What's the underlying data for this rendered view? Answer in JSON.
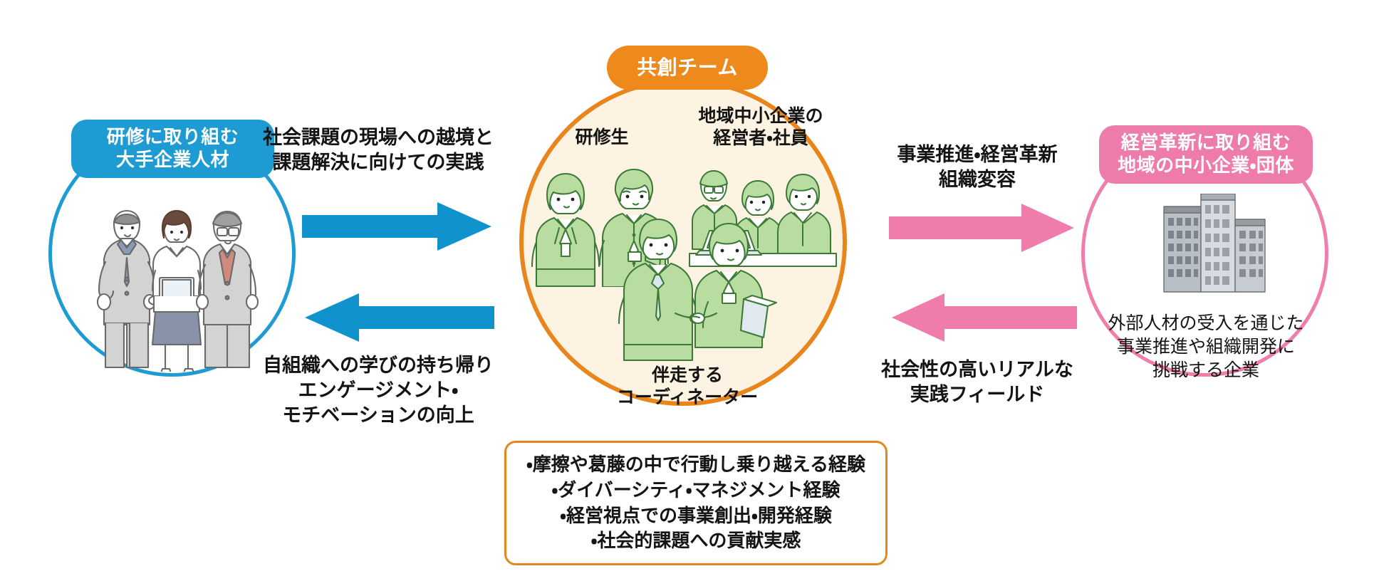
{
  "diagram": {
    "title_hidden": "",
    "colors": {
      "blue": "#1f9bd4",
      "pink": "#ee7cab",
      "orange": "#ee8a1c",
      "center_fill": "#fdf3e2",
      "text": "#141414"
    }
  },
  "left_node": {
    "badge": "研修に取り組む\n大手企業人材",
    "illustration": "three-business-people-illustration"
  },
  "center_node": {
    "badge": "共創チーム",
    "trainee_label": "研修生",
    "sme_label": "地域中小企業の\n経営者・社員",
    "coordinator_label": "伴走する\nコーディネーター",
    "illustration_trainee": "two-trainees-illustration",
    "illustration_sme": "sme-meeting-laptop-illustration",
    "illustration_coordinator": "coordinator-pair-illustration"
  },
  "right_node": {
    "badge": "経営革新に取り組む\n地域の中小企業・団体",
    "body": "外部人材の受入を通じた\n事業推進や組織開発に\n挑戦する企業",
    "illustration": "office-buildings-illustration"
  },
  "arrows": {
    "top_left": {
      "label": "社会課題の現場への越境と\n課題解決に向けての実践",
      "color": "#1f9bd4",
      "direction": "right"
    },
    "bottom_left": {
      "label": "自組織への学びの持ち帰り\nエンゲージメント・\nモチベーションの向上",
      "color": "#1f9bd4",
      "direction": "left"
    },
    "top_right": {
      "label": "事業推進・経営革新\n組織変容",
      "color": "#ee7cab",
      "direction": "right"
    },
    "bottom_right": {
      "label": "社会性の高いリアルな\n実践フィールド",
      "color": "#ee7cab",
      "direction": "left"
    }
  },
  "outcomes_box": {
    "lines": [
      "・摩擦や葛藤の中で行動し乗り越える経験",
      "・ダイバーシティ・マネジメント経験",
      "・経営視点での事業創出・開発経験",
      "・社会的課題への貢献実感"
    ]
  }
}
